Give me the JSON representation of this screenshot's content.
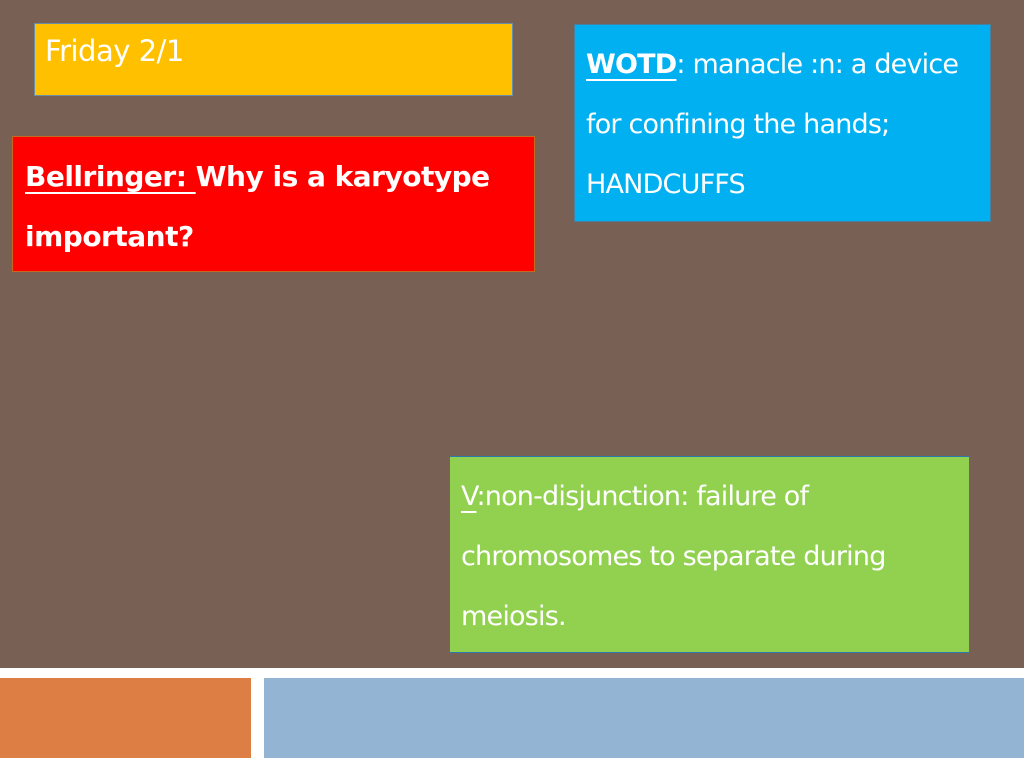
{
  "slide": {
    "background_color": "#786055",
    "date_box": {
      "text": "Friday 2/1",
      "color": "#ffc000"
    },
    "bellringer_box": {
      "label": "Bellringer: ",
      "question": "Why is a karyotype important?",
      "color": "#ff0000"
    },
    "wotd_box": {
      "label": "WOTD",
      "definition": ": manacle :n: a device for confining the hands; HANDCUFFS",
      "color": "#00b0f0"
    },
    "vocab_box": {
      "label": "V",
      "definition": ":non-disjunction: failure of chromosomes to separate during meiosis.",
      "color": "#92d050"
    }
  },
  "footer": {
    "left_bar_color": "#dd7e44",
    "right_bar_color": "#93b4d2"
  }
}
